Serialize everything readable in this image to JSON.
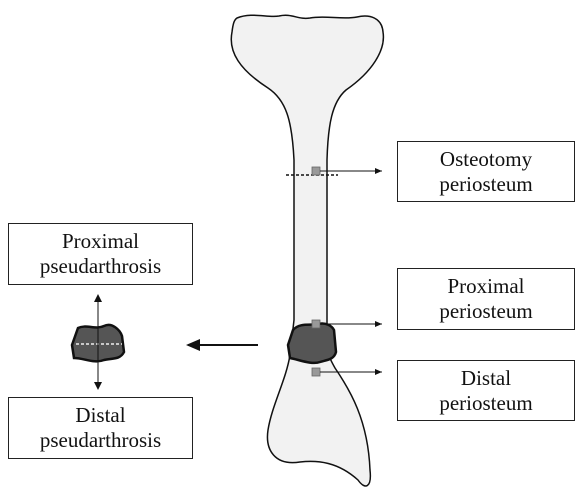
{
  "labels": {
    "osteotomy": {
      "line1": "Osteotomy",
      "line2": "periosteum"
    },
    "proximal_periosteum": {
      "line1": "Proximal",
      "line2": "periosteum"
    },
    "distal_periosteum": {
      "line1": "Distal",
      "line2": "periosteum"
    },
    "proximal_pseudarthrosis": {
      "line1": "Proximal",
      "line2": "pseudarthrosis"
    },
    "distal_pseudarthrosis": {
      "line1": "Distal",
      "line2": "pseudarthrosis"
    }
  },
  "colors": {
    "bone_fill": "#f2f2f2",
    "lesion_fill": "#555555",
    "sample_marker": "#999999",
    "outline": "#111111"
  }
}
